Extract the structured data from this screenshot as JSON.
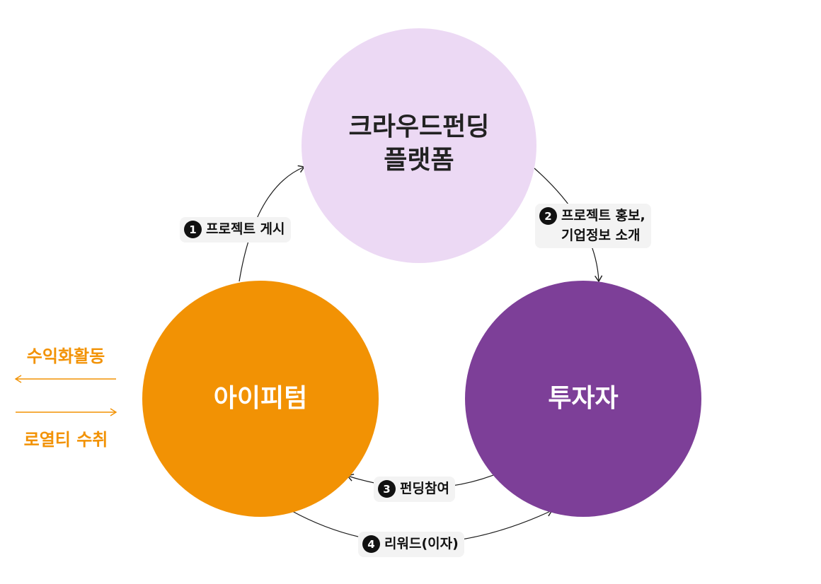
{
  "colors": {
    "platform": "#ecd9f4",
    "platform_text": "#222222",
    "ipitem": "#f29204",
    "ipitem_text": "#ffffff",
    "investor": "#7d3f98",
    "investor_text": "#ffffff",
    "side_text": "#f29204",
    "connector": "#1a1a1a"
  },
  "nodes": {
    "platform": {
      "label": "크라우드펀딩\n플랫폼"
    },
    "ipitem": {
      "label": "아이피텀"
    },
    "investor": {
      "label": "투자자"
    }
  },
  "steps": [
    {
      "num": "1",
      "text": "프로젝트 게시"
    },
    {
      "num": "2",
      "text": "프로젝트 홍보,\n기업정보 소개"
    },
    {
      "num": "3",
      "text": "펀딩참여"
    },
    {
      "num": "4",
      "text": "리워드(이자)"
    }
  ],
  "side": {
    "top_label": "수익화활동",
    "bottom_label": "로열티 수취"
  }
}
